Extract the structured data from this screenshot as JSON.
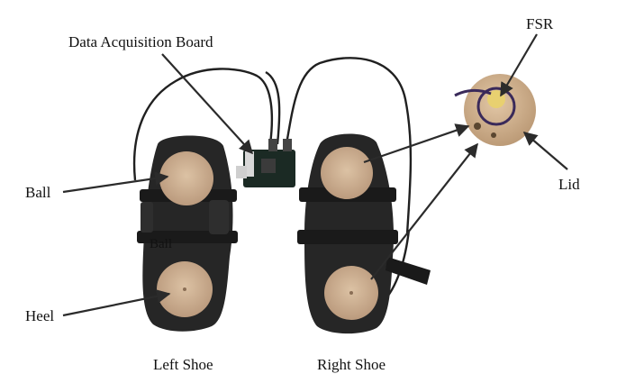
{
  "labels": {
    "board": "Data Acquisition Board",
    "fsr": "FSR",
    "lid": "Lid",
    "ball_left": "Ball",
    "ball_inner": "Ball",
    "heel": "Heel",
    "left_shoe": "Left Shoe",
    "right_shoe": "Right Shoe"
  },
  "colors": {
    "shoe": "#262626",
    "strap": "#1a1a1a",
    "pad": "#c9aa8a",
    "disc": "#d4b28f",
    "arrow": "#2b2b2b",
    "text": "#111111",
    "cable": "#202020",
    "board": "#1b2a24",
    "fsr_lead": "#3a2a5a"
  }
}
